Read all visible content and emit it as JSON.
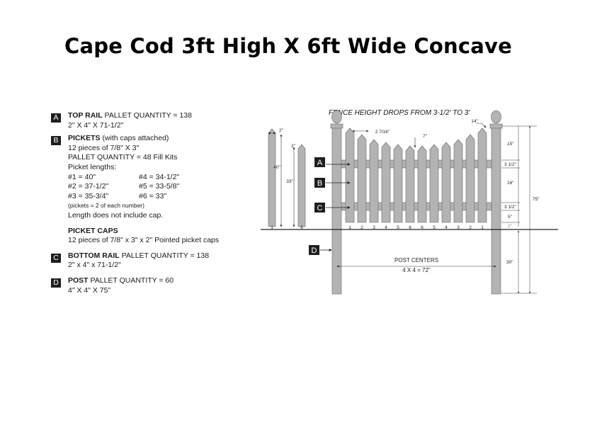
{
  "title": "Cape Cod 3ft High X 6ft Wide Concave",
  "specs": {
    "a": {
      "letter": "A",
      "name": "TOP RAIL",
      "qty": "PALLET QUANTITY = 138",
      "size": "2\" X 4\" X 71-1/2\""
    },
    "b": {
      "letter": "B",
      "name": "PICKETS",
      "note": "(with caps attached)",
      "line1": "12 pieces of 7/8\" X 3\"",
      "line2": "PALLET QUANTITY = 48 Fill Kits",
      "lengths_label": "Picket lengths:",
      "lengths": [
        "#1 = 40\"",
        "#4 = 34-1/2\"",
        "#2 = 37-1/2\"",
        "#5 = 33-5/8\"",
        "#3 = 35-3/4\"",
        "#6 = 33\""
      ],
      "pair_note": "(pickets = 2 of each number)",
      "cap_note": "Length does not include cap."
    },
    "caps": {
      "name": "PICKET CAPS",
      "line": "12 pieces of 7/8\" x 3\" x 2\" Pointed picket caps"
    },
    "c": {
      "letter": "C",
      "name": "BOTTOM RAIL",
      "qty": "PALLET QUANTITY = 138",
      "size": "2\" x 4\" x 71-1/2\""
    },
    "d": {
      "letter": "D",
      "name": "POST",
      "qty": "PALLET QUANTITY = 60",
      "size": "4\" X 4\" X 75\""
    }
  },
  "diagram": {
    "banner": "FENCE HEIGHT DROPS FROM 3-1/2' TO 3'",
    "callouts": [
      "A",
      "B",
      "C",
      "D"
    ],
    "side_pickets": {
      "numbers": [
        "1",
        "6"
      ],
      "width": "2\"",
      "h1": "40\"",
      "h6": "33\""
    },
    "picket_numbers": [
      "1",
      "2",
      "3",
      "4",
      "5",
      "6",
      "6",
      "5",
      "4",
      "3",
      "2",
      "1"
    ],
    "dims": {
      "spacing": "2 7/16\"",
      "drop": "7\"",
      "top": "14\"",
      "r1": "15\"",
      "r2": "3 1/2\"",
      "r3": "16\"",
      "r4": "3 1/2\"",
      "r5": "5\"",
      "r6": "2\"",
      "total": "75\"",
      "below": "30\""
    },
    "post_centers": "POST CENTERS",
    "post_centers_dim": "4 X 4 = 72\""
  }
}
